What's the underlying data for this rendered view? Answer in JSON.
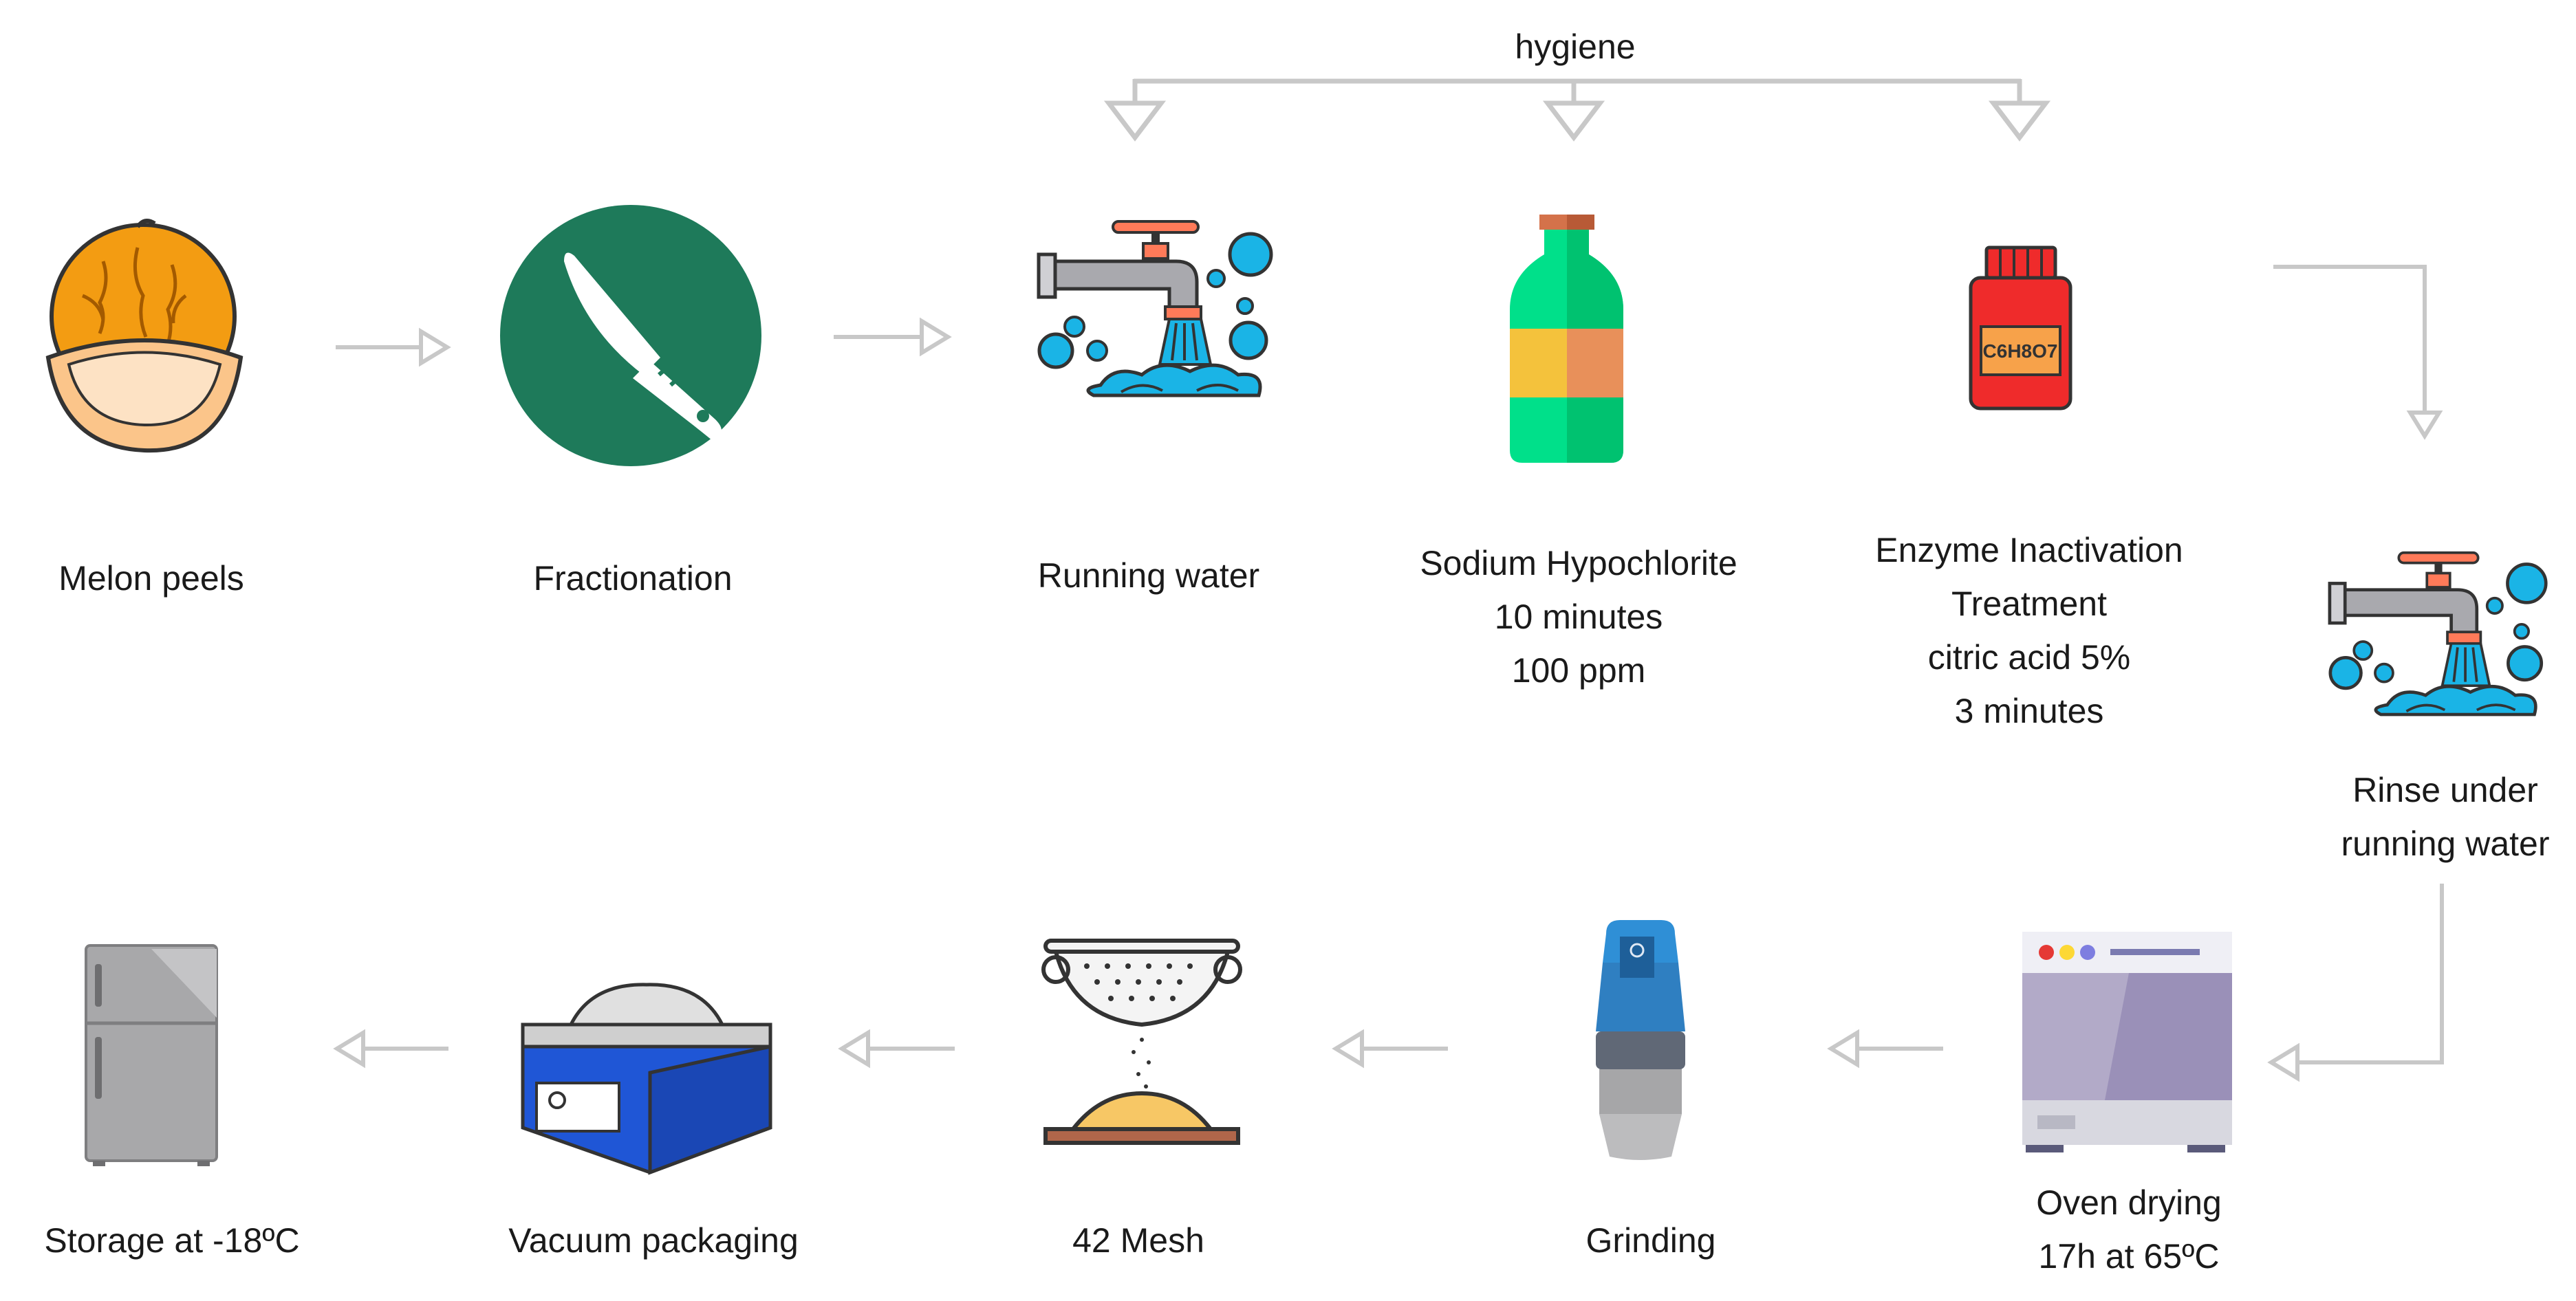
{
  "hygiene_label": "hygiene",
  "steps": {
    "melon": {
      "lines": [
        "Melon peels"
      ],
      "icon": "melon-icon"
    },
    "fractionation": {
      "lines": [
        "Fractionation"
      ],
      "icon": "knife-icon"
    },
    "running_water": {
      "lines": [
        "Running water"
      ],
      "icon": "faucet-icon"
    },
    "hypochlorite": {
      "lines": [
        "Sodium Hypochlorite",
        "10 minutes",
        "100 ppm"
      ],
      "icon": "bottle-icon"
    },
    "enzyme": {
      "lines": [
        "Enzyme Inactivation",
        "Treatment",
        "citric acid 5%",
        "3 minutes"
      ],
      "icon": "jar-icon",
      "jar_label": "C6H8O7"
    },
    "rinse": {
      "lines": [
        "Rinse under",
        "running water"
      ],
      "icon": "faucet-icon"
    },
    "oven": {
      "lines": [
        "Oven drying",
        "17h at 65ºC"
      ],
      "icon": "oven-icon"
    },
    "grinding": {
      "lines": [
        "Grinding"
      ],
      "icon": "grinder-icon"
    },
    "mesh": {
      "lines": [
        "42 Mesh"
      ],
      "icon": "sieve-icon"
    },
    "vacuum": {
      "lines": [
        "Vacuum packaging"
      ],
      "icon": "vacuum-sealer-icon"
    },
    "storage": {
      "lines": [
        "Storage at -18ºC"
      ],
      "icon": "refrigerator-icon"
    }
  },
  "colors": {
    "arrow": "#c8c8c8",
    "melon_orange": "#f39c12",
    "knife_circle": "#1e7a5a",
    "water_blue": "#1ab4e6",
    "bottle_green": "#00e08a",
    "bottle_orange": "#f4c23c",
    "jar_red": "#ef2b2b",
    "oven_body": "#9a90b8",
    "grinder_blue": "#2f7fc1",
    "vacuum_blue": "#1f56d6",
    "fridge_gray": "#a8a8aa"
  }
}
